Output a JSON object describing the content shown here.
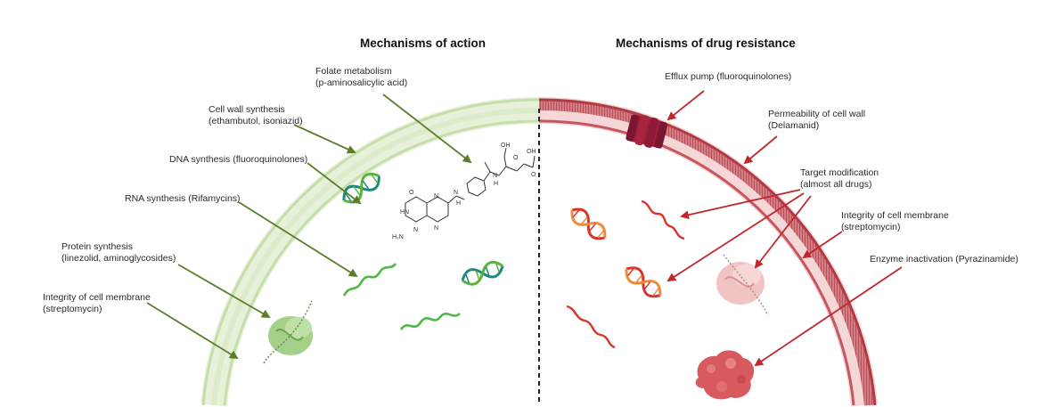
{
  "titles": {
    "left": "Mechanisms of action",
    "right": "Mechanisms of drug resistance"
  },
  "action_labels": {
    "folate": [
      "Folate metabolism",
      "(p-aminosalicylic acid)"
    ],
    "cell_wall": [
      "Cell wall synthesis",
      "(ethambutol, isoniazid)"
    ],
    "dna": [
      "DNA synthesis (fluoroquinolones)"
    ],
    "rna": [
      "RNA synthesis (Rifamycins)"
    ],
    "protein": [
      "Protein synthesis",
      " (linezolid, aminoglycosides)"
    ],
    "membrane": [
      "Integrity of cell membrane",
      "(streptomycin)"
    ]
  },
  "resistance_labels": {
    "efflux": [
      "Efflux pump  (fluoroquinolones)"
    ],
    "permeability": [
      "Permeability of cell wall",
      "(Delamanid)"
    ],
    "target": [
      "Target modification",
      " (almost all drugs)"
    ],
    "membrane": [
      "Integrity of cell membrane",
      "(streptomycin)"
    ],
    "enzyme": [
      "Enzyme inactivation (Pyrazinamide)"
    ]
  },
  "molecule_atoms": [
    "OH",
    "O",
    "N",
    "H",
    "OH",
    "O",
    "N",
    "H",
    "O",
    "HN",
    "H₂N",
    "N",
    "N",
    "N"
  ],
  "colors": {
    "action_arrow": "#5a7d2a",
    "resistance_arrow": "#c0282d",
    "wall_green": "#d6e8bf",
    "wall_red": "#cf7077",
    "dna_teal": "#1a8a7e",
    "dna_green": "#5ab43c",
    "rna_green": "#4cb848",
    "red_strand": "#d9342b",
    "orange_strand": "#f08a3a"
  }
}
